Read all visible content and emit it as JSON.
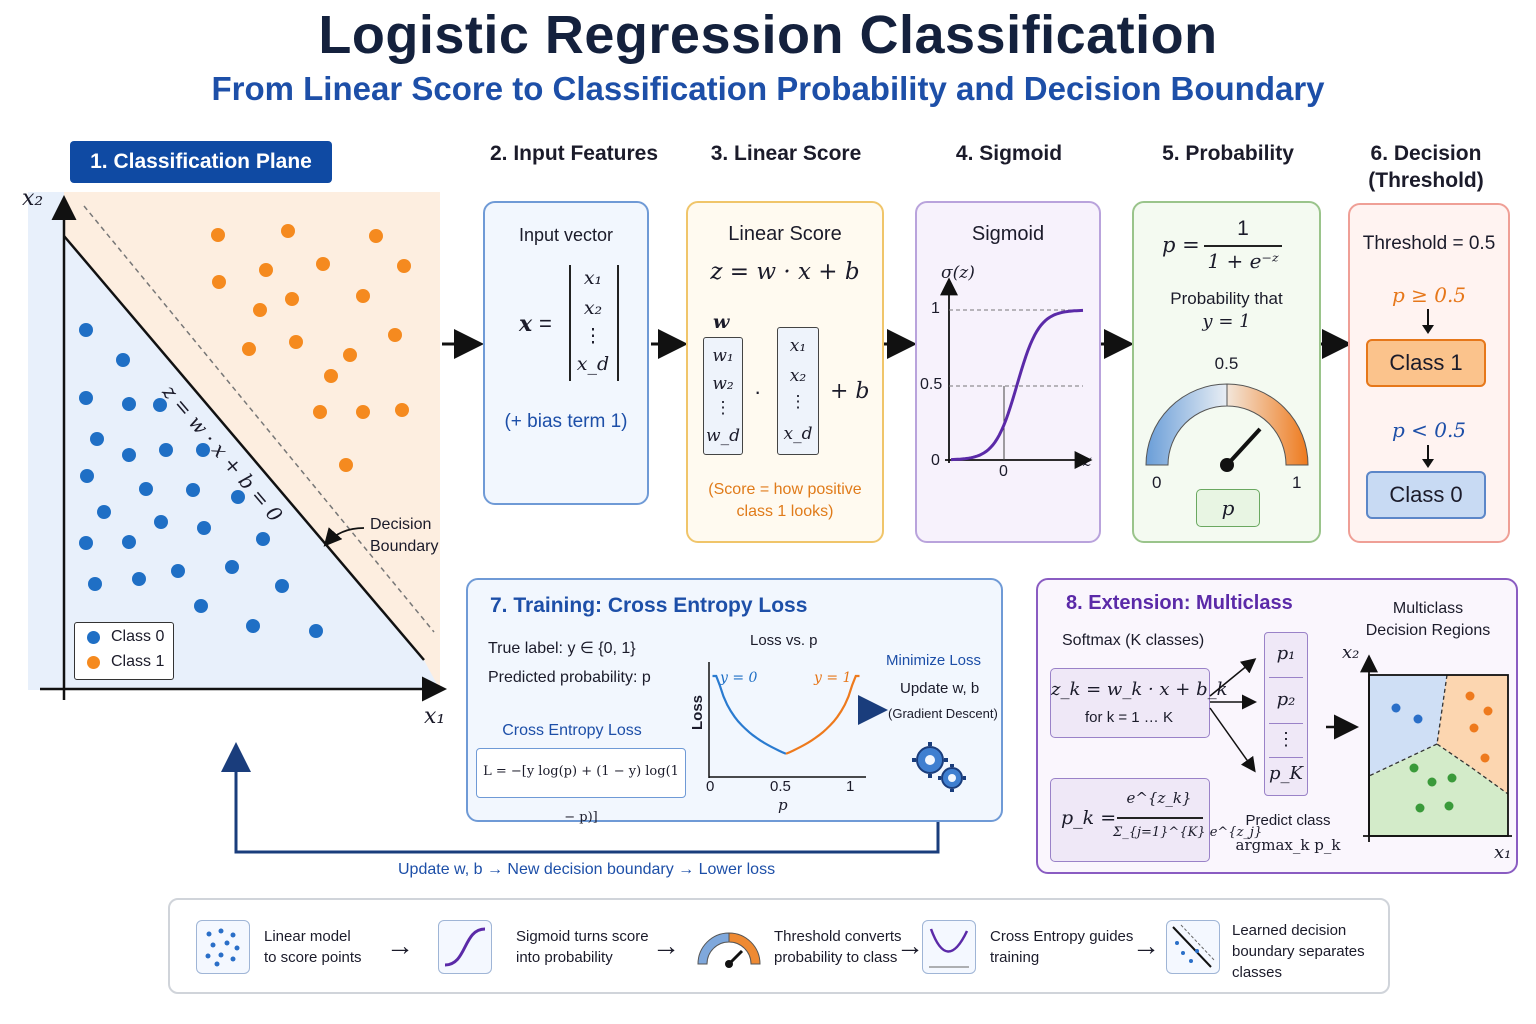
{
  "title": "Logistic Regression Classification",
  "subtitle": "From Linear Score to Classification Probability and Decision Boundary",
  "panel1": {
    "header": "1.  Classification Plane",
    "axis_x": "x₁",
    "axis_y": "x₂",
    "boundary_eq": "z = w · x + b = 0",
    "boundary_label_1": "Decision",
    "boundary_label_2": "Boundary",
    "legend": [
      "Class 0",
      "Class 1"
    ],
    "colors": {
      "class0": "#1f6fc5",
      "class1": "#f58a1f",
      "bg0": "#e8f0fb",
      "bg1": "#fdeee0"
    }
  },
  "panel2": {
    "header": "2. Input Features",
    "title": "Input vector",
    "vec_name": "x",
    "entries": [
      "x₁",
      "x₂",
      "⋮",
      "x_d"
    ],
    "note": "(+ bias term 1)"
  },
  "panel3": {
    "header": "3. Linear Score",
    "title": "Linear Score",
    "formula": "z = w · x + b",
    "w_label": "w",
    "w_entries": [
      "w₁",
      "w₂",
      "⋮",
      "w_d"
    ],
    "x_entries": [
      "x₁",
      "x₂",
      "⋮",
      "x_d"
    ],
    "dot": "·",
    "plus_b": "+ b",
    "note_1": "(Score = how positive",
    "note_2": "class 1 looks)"
  },
  "panel4": {
    "header": "4. Sigmoid",
    "title": "Sigmoid",
    "y_label": "σ(z)",
    "ticks_y": [
      "1",
      "0.5",
      "0"
    ],
    "tick_x": "0",
    "x_label": "z"
  },
  "panel5": {
    "header": "5. Probability",
    "formula_lhs": "p =",
    "formula_num": "1",
    "formula_den": "1 + e⁻ᶻ",
    "text_1": "Probability that",
    "text_2": "y = 1",
    "gauge_mid": "0.5",
    "gauge_min": "0",
    "gauge_max": "1",
    "gauge_label": "p"
  },
  "panel6": {
    "header_1": "6. Decision",
    "header_2": "(Threshold)",
    "threshold": "Threshold = 0.5",
    "cond_1": "p ≥ 0.5",
    "class_1": "Class 1",
    "cond_0": "p < 0.5",
    "class_0": "Class 0"
  },
  "panel7": {
    "title": "7. Training: Cross Entropy Loss",
    "true_label": "True label:  y ∈ {0, 1}",
    "pred_prob": "Predicted probability:  p",
    "ce_title": "Cross Entropy Loss",
    "ce_formula": "L = −[y log(p) + (1 − y) log(1 − p)]",
    "chart_title": "Loss vs. p",
    "y_axis": "Loss",
    "x_axis": "p",
    "x_ticks": [
      "0",
      "0.5",
      "1"
    ],
    "curve_y0": "y = 0",
    "curve_y1": "y = 1",
    "minimize": "Minimize Loss",
    "update": "Update w, b",
    "gd": "(Gradient Descent)"
  },
  "feedback": "Update w, b → New decision boundary → Lower loss",
  "panel8": {
    "title": "8. Extension: Multiclass",
    "softmax": "Softmax (K classes)",
    "zk": "z_k = w_k · x + b_k",
    "for_k": "for  k = 1 … K",
    "pk_lhs": "p_k =",
    "pk_num": "e^{z_k}",
    "pk_den": "Σ_{j=1}^{K} e^{z_j}",
    "probs": [
      "p₁",
      "p₂",
      "⋮",
      "p_K"
    ],
    "predict_1": "Predict class",
    "predict_2": "argmax_k p_k",
    "regions_1": "Multiclass",
    "regions_2": "Decision Regions",
    "axis_x": "x₁",
    "axis_y": "x₂"
  },
  "footer": [
    {
      "icon": "scatter-icon",
      "text": [
        "Linear model",
        "to score points"
      ]
    },
    {
      "icon": "sigmoid-icon",
      "text": [
        "Sigmoid turns score",
        "into probability"
      ]
    },
    {
      "icon": "gauge-icon",
      "text": [
        "Threshold converts",
        "probability to class"
      ]
    },
    {
      "icon": "loss-curve-icon",
      "text": [
        "Cross Entropy guides",
        "training"
      ]
    },
    {
      "icon": "boundary-icon",
      "text": [
        "Learned decision",
        "boundary separates",
        "classes"
      ]
    }
  ]
}
